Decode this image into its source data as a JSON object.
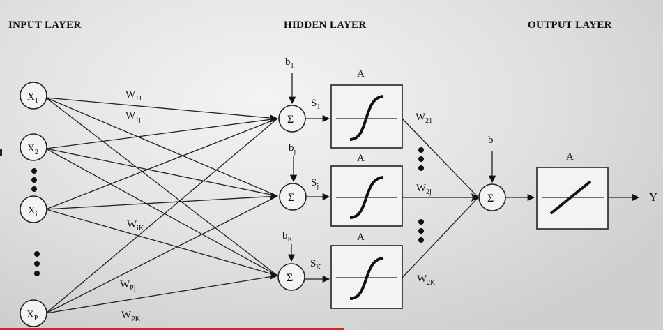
{
  "headers": {
    "input": "INPUT LAYER",
    "hidden": "HIDDEN LAYER",
    "output": "OUTPUT LAYER"
  },
  "inputs": [
    {
      "base": "X",
      "sub": "1"
    },
    {
      "base": "X",
      "sub": "2"
    },
    {
      "base": "X",
      "sub": "i"
    },
    {
      "base": "X",
      "sub": "P"
    }
  ],
  "weights_in": [
    {
      "base": "W",
      "sub": "11"
    },
    {
      "base": "W",
      "sub": "1j"
    },
    {
      "base": "W",
      "sub": "iK"
    },
    {
      "base": "W",
      "sub": "Pj"
    },
    {
      "base": "W",
      "sub": "PK"
    }
  ],
  "hidden_nodes": [
    {
      "bias": {
        "base": "b",
        "sub": "1"
      },
      "sum": "Σ",
      "s": {
        "base": "S",
        "sub": "1"
      },
      "act": "A"
    },
    {
      "bias": {
        "base": "b",
        "sub": "j"
      },
      "sum": "Σ",
      "s": {
        "base": "S",
        "sub": "j"
      },
      "act": "A"
    },
    {
      "bias": {
        "base": "b",
        "sub": "K"
      },
      "sum": "Σ",
      "s": {
        "base": "S",
        "sub": "K"
      },
      "act": "A"
    }
  ],
  "weights_out": [
    {
      "base": "W",
      "sub": "21"
    },
    {
      "base": "W",
      "sub": "2j"
    },
    {
      "base": "W",
      "sub": "2K"
    }
  ],
  "output_node": {
    "bias": "b",
    "sum": "Σ",
    "act": "A",
    "label": "Y"
  }
}
